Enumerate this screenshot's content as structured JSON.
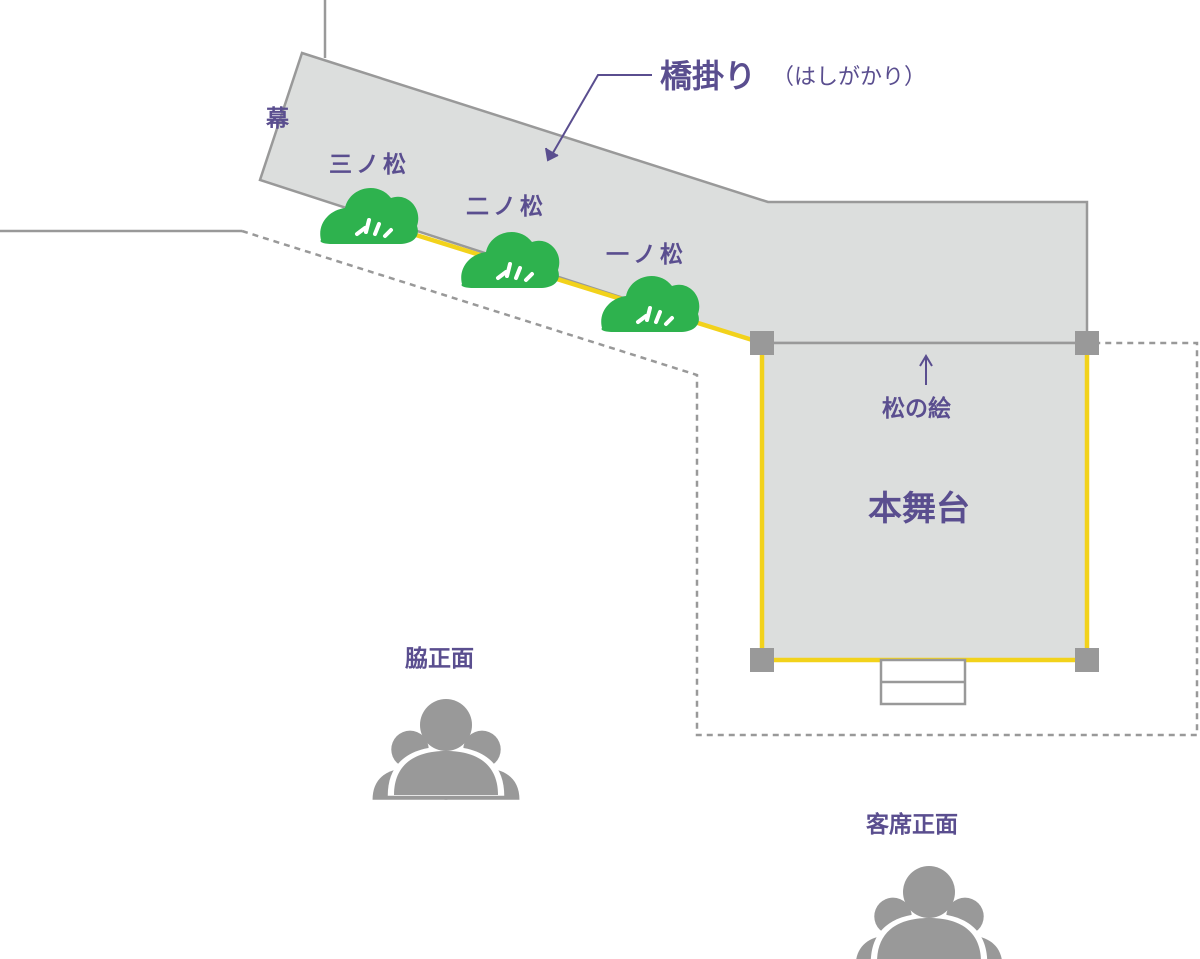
{
  "colors": {
    "stage_fill": "#dcdedd",
    "outline": "#999999",
    "label": "#5a4e8f",
    "edge_yellow": "#f2d21b",
    "pine": "#2eb24e",
    "audience": "#999999"
  },
  "labels": {
    "maku": "幕",
    "hashigakari": "橋掛り",
    "hashigakari_reading": "（はしがかり）",
    "sannomatsu": "三ノ松",
    "ninomatsu": "二ノ松",
    "ichinomatsu": "一ノ松",
    "matsunoe": "松の絵",
    "honbutai": "本舞台",
    "waki_shomen": "脇正面",
    "kyakuseki_shomen": "客席正面"
  },
  "icons": {
    "pine": "pine-tree-icon",
    "audience": "audience-group-icon",
    "arrow": "arrow-icon"
  }
}
